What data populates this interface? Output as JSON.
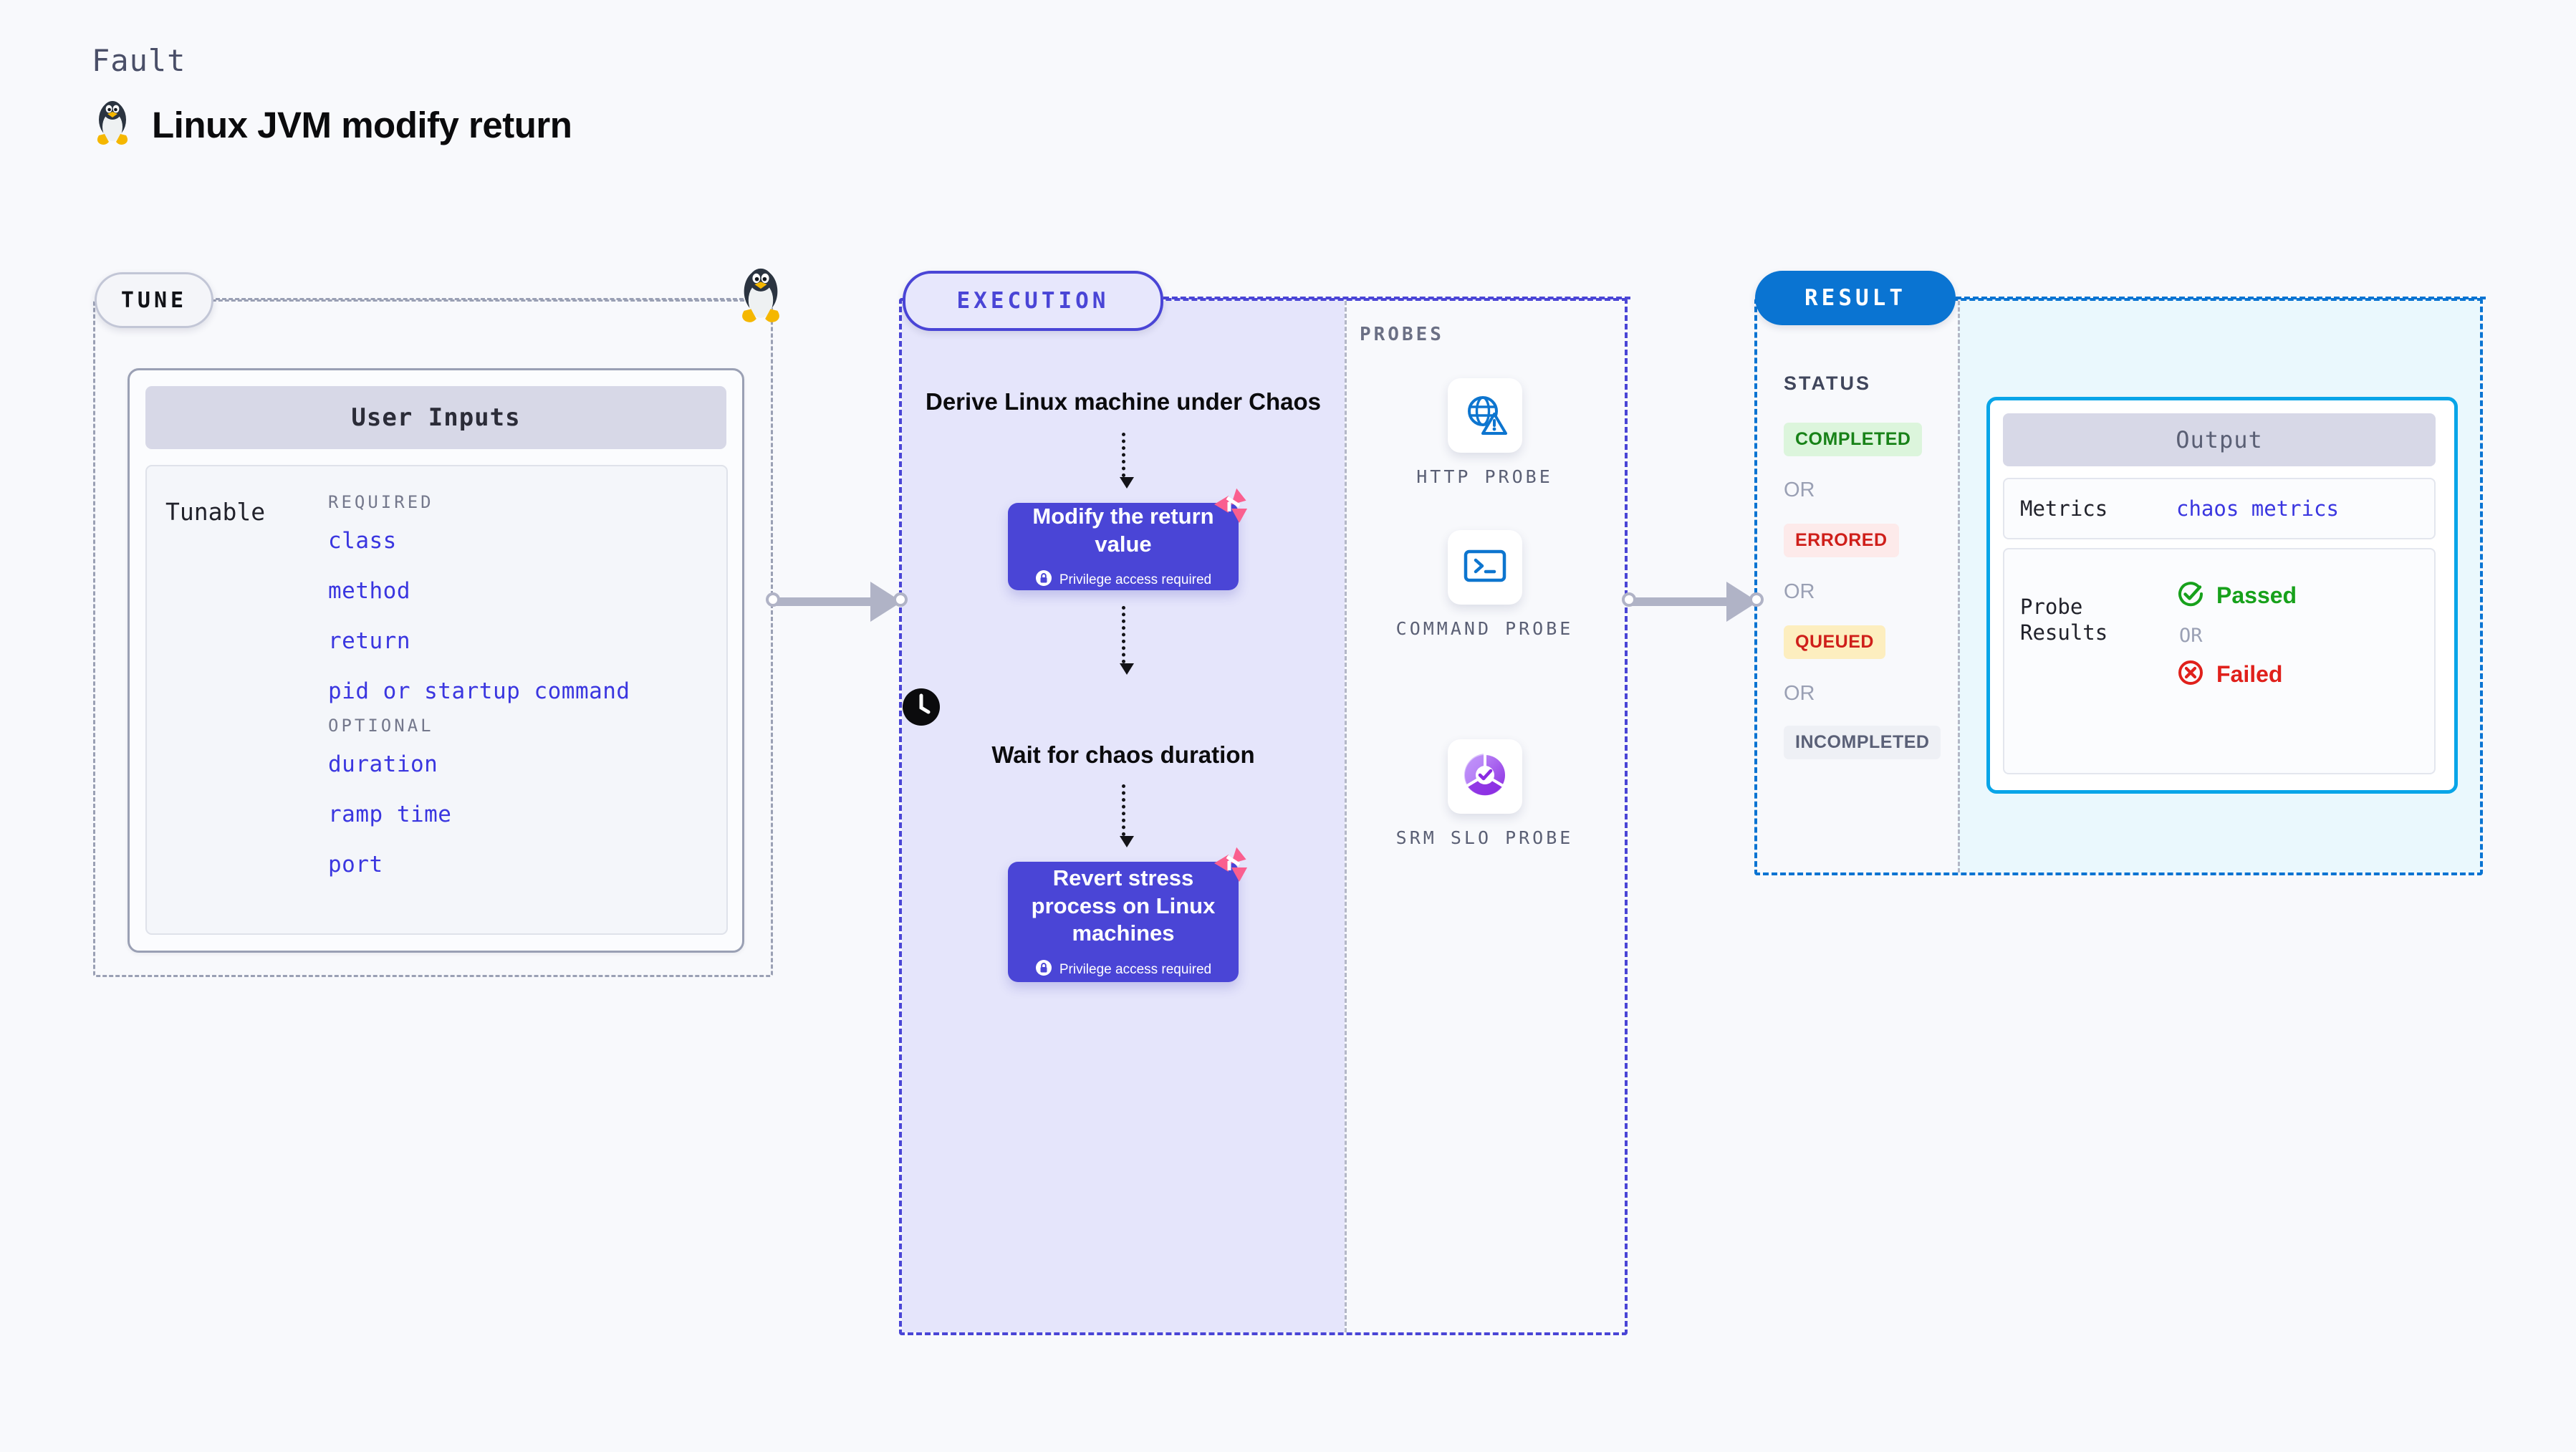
{
  "header": {
    "kicker": "Fault",
    "title": "Linux JVM modify return",
    "icon": "tux-penguin-icon"
  },
  "tune": {
    "stage_label": "TUNE",
    "card_title": "User Inputs",
    "tunable_label": "Tunable",
    "groups": [
      {
        "heading": "REQUIRED",
        "items": [
          "class",
          "method",
          "return",
          "pid or startup command"
        ]
      },
      {
        "heading": "OPTIONAL",
        "items": [
          "duration",
          "ramp time",
          "port"
        ]
      }
    ]
  },
  "execution": {
    "stage_label": "EXECUTION",
    "steps": [
      {
        "type": "caption",
        "text": "Derive Linux machine under Chaos"
      },
      {
        "type": "card",
        "title": "Modify the return value",
        "privilege_note": "Privilege access required",
        "badge_icon": "lock-icon",
        "mark_icon": "litmus-chaos-icon"
      },
      {
        "type": "caption",
        "text": "Wait for chaos duration",
        "icon": "clock-icon"
      },
      {
        "type": "card",
        "title": "Revert stress process on Linux machines",
        "privilege_note": "Privilege access required",
        "badge_icon": "lock-icon",
        "mark_icon": "litmus-chaos-icon"
      }
    ]
  },
  "probes": {
    "section_label": "PROBES",
    "items": [
      {
        "name": "HTTP PROBE",
        "icon": "globe-warning-icon"
      },
      {
        "name": "COMMAND PROBE",
        "icon": "terminal-prompt-icon"
      },
      {
        "name": "SRM SLO PROBE",
        "icon": "slo-donut-check-icon"
      }
    ]
  },
  "result": {
    "stage_label": "RESULT",
    "status_label": "STATUS",
    "or_label": "OR",
    "statuses": [
      {
        "label": "COMPLETED",
        "bg": "#dcf5dc",
        "fg": "#188218"
      },
      {
        "label": "ERRORED",
        "bg": "#fdeaea",
        "fg": "#cf1f1a"
      },
      {
        "label": "QUEUED",
        "bg": "#fdeebf",
        "fg": "#cf1f1a"
      },
      {
        "label": "INCOMPLETED",
        "bg": "#eef0f5",
        "fg": "#5a6077"
      }
    ],
    "output": {
      "card_title": "Output",
      "metrics_key": "Metrics",
      "metrics_value": "chaos metrics",
      "probe_results_key": "Probe Results",
      "passed_label": "Passed",
      "failed_label": "Failed",
      "or_label": "OR",
      "passed_icon": "check-circle-icon",
      "failed_icon": "x-circle-icon"
    }
  },
  "colors": {
    "accent_indigo": "#4a45d6",
    "accent_blue": "#0a74d2",
    "accent_cyan": "#08a5e8",
    "chaos_pink": "#fa5f8f",
    "pass_green": "#17a11b",
    "fail_red": "#e0201b",
    "code_blue": "#3a36e0"
  }
}
